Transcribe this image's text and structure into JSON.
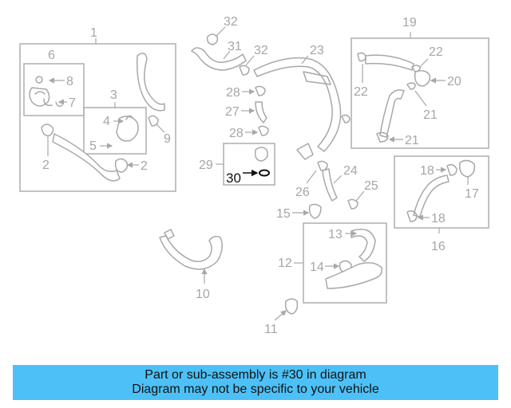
{
  "diagram": {
    "callouts": [
      "1",
      "2",
      "2",
      "3",
      "4",
      "5",
      "6",
      "7",
      "8",
      "9",
      "10",
      "11",
      "12",
      "13",
      "14",
      "15",
      "16",
      "17",
      "18",
      "18",
      "19",
      "20",
      "21",
      "21",
      "22",
      "22",
      "23",
      "24",
      "25",
      "26",
      "27",
      "28",
      "28",
      "29",
      "30",
      "31",
      "32",
      "32"
    ],
    "highlighted_part": "30"
  },
  "caption": {
    "line1": "Part or sub-assembly is #30 in diagram",
    "line2": "Diagram may not be specific to your vehicle"
  },
  "colors": {
    "caption_background": "#4dc1f7",
    "line_art": "#a8a8a8",
    "highlight": "#111111"
  }
}
